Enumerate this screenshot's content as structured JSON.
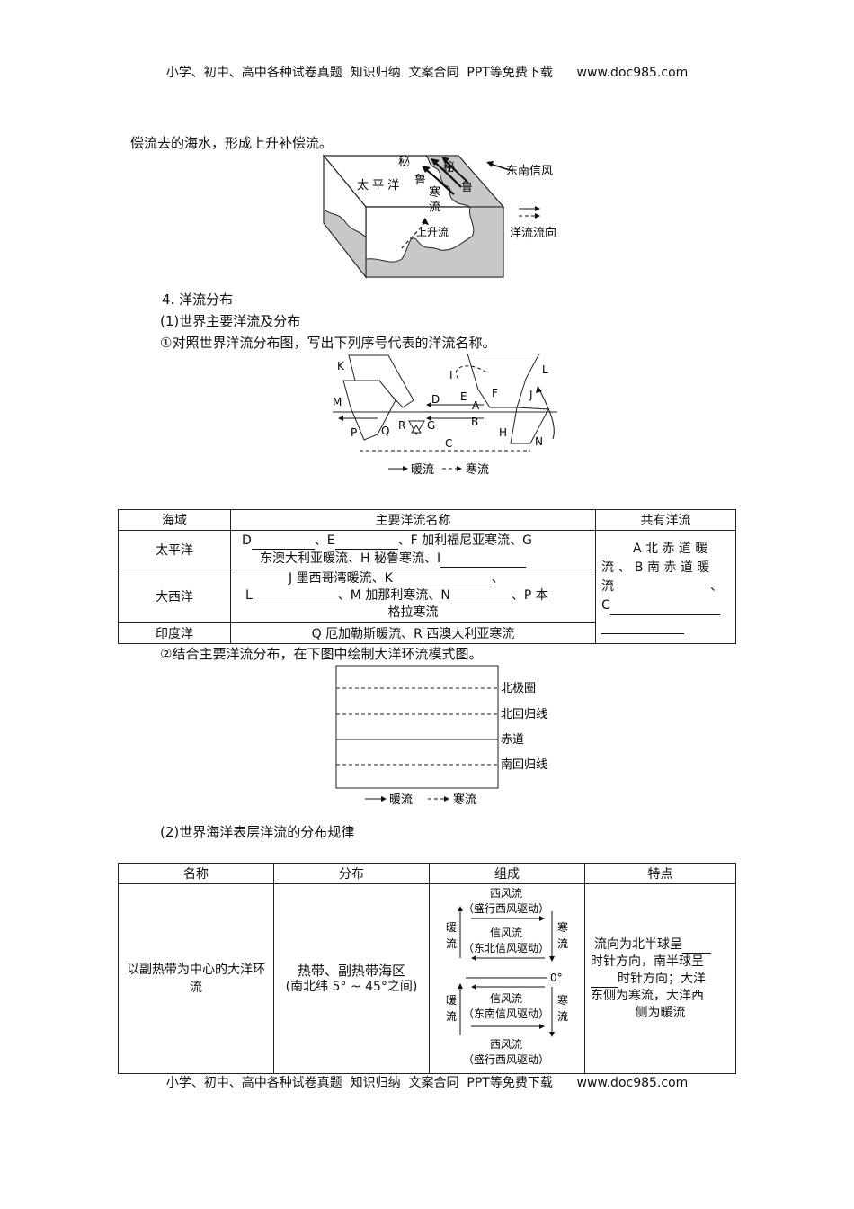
{
  "header": "小学、初中、高中各种试卷真题  知识归纳  文案合同  PPT等免费下载      www.doc985.com",
  "footer": "小学、初中、高中各种试卷真题  知识归纳  文案合同  PPT等免费下载      www.doc985.com",
  "intro_line": "偿流去的海水，形成上升补偿流。",
  "peru_diagram": {
    "labels": [
      "秘",
      "秘",
      "鲁",
      "鲁",
      "太 平 洋",
      "寒",
      "流",
      "上升流",
      "东南信风",
      "洋流流向"
    ]
  },
  "section4": {
    "title": "4.  洋流分布",
    "sub1": "(1)世界主要洋流及分布",
    "q1": "①对照世界洋流分布图，写出下列序号代表的洋流名称。",
    "q2": "②结合主要洋流分布，在下图中绘制大洋环流模式图。",
    "sub2": "(2)世界海洋表层洋流的分布规律"
  },
  "world_map": {
    "letters": [
      "K",
      "L",
      "M",
      "I",
      "J",
      "E",
      "A",
      "F",
      "D",
      "B",
      "R",
      "G",
      "H",
      "P",
      "Q",
      "C",
      "N"
    ],
    "legend_warm": "暖流",
    "legend_cold": "寒流"
  },
  "table1": {
    "headers": [
      "海域",
      "主要洋流名称",
      "共有洋流"
    ],
    "pacific": {
      "name": "太平洋",
      "line1a": "D",
      "line1b": "、E",
      "line1c": "、F 加利福尼亚寒流、G",
      "line2": "东澳大利亚暖流、H 秘鲁寒流、I"
    },
    "atlantic": {
      "name": "大西洋",
      "line1a": "J 墨西哥湾暖流、K",
      "line1b": "、",
      "line2a": "L",
      "line2b": "、M 加那利寒流、N",
      "line2c": "、P 本",
      "line3": "格拉寒流"
    },
    "indian": {
      "name": "印度洋",
      "text": "Q 厄加勒斯暖流、R 西澳大利亚寒流"
    },
    "shared": {
      "line1": "A 北 赤 道 暖",
      "line2": "流 、 B 南 赤 道 暖",
      "line3": "流",
      "line3b": "、",
      "line4": "C"
    }
  },
  "gyre_template": {
    "lines": [
      "北极圈",
      "北回归线",
      "赤道",
      "南回归线"
    ],
    "legend_warm": "暖流",
    "legend_cold": "寒流"
  },
  "table2": {
    "headers": [
      "名称",
      "分布",
      "组成",
      "特点"
    ],
    "row": {
      "name": "以副热带为中心的大洋环流",
      "distribution_line1": "热带、副热带海区",
      "distribution_line2": "(南北纬 5° ~ 45°之间)",
      "composition": {
        "north_top1": "西风流",
        "north_top2": "（盛行西风驱动）",
        "north_mid1": "信风流",
        "north_mid2": "（东北信风驱动）",
        "equator": "0°",
        "south_mid1": "信风流",
        "south_mid2": "（东南信风驱动）",
        "south_bot1": "西风流",
        "south_bot2": "（盛行西风驱动）",
        "warm": "暖",
        "flow": "流",
        "cold": "寒"
      },
      "features": {
        "l1": "流向为北半球呈",
        "l2": "时针方向，南半球呈",
        "l3": "时针方向；大洋",
        "l4": "东侧为寒流，大洋西",
        "l5": "侧为暖流"
      }
    }
  }
}
